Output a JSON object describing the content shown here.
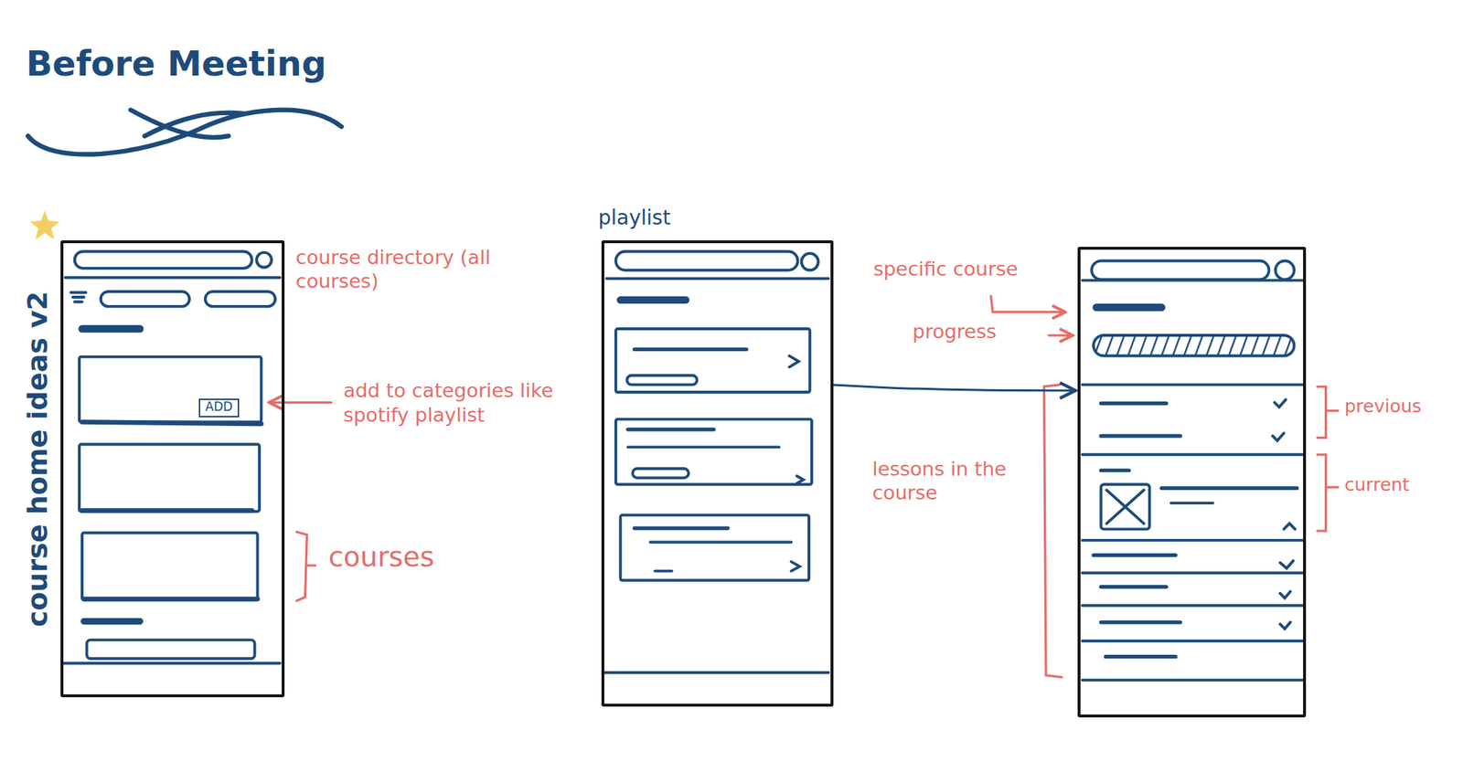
{
  "diagram": {
    "title": "Before Meeting",
    "nodes": [
      {
        "text": [
          "course home ideas v2"
        ]
      },
      {
        "text": [
          "ADD"
        ],
        "in": 0
      },
      {
        "text": [
          "playlist"
        ]
      },
      {
        "text": []
      }
    ],
    "edges": [
      {
        "from": 2,
        "to": 3,
        "arrow": "to"
      }
    ],
    "labels": [
      "course directory (all courses)",
      "add to categories like spotify playlist",
      "courses",
      "specific course",
      "progress",
      "lessons in the course",
      "previous",
      "current"
    ]
  }
}
